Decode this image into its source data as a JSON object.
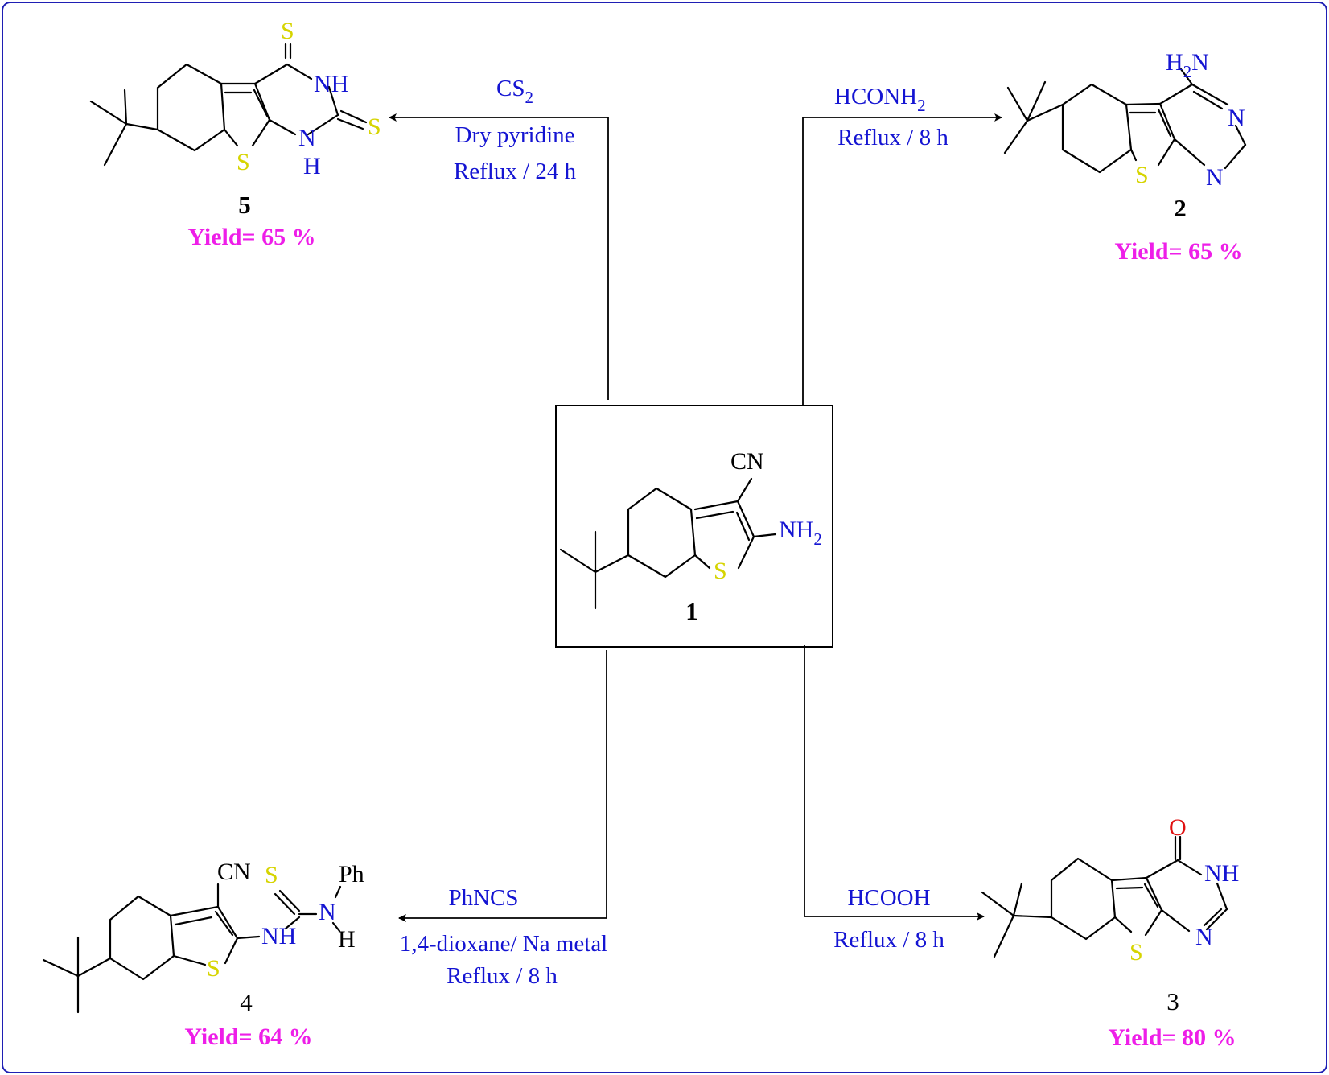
{
  "colors": {
    "frame": "#1f1fb4",
    "conditions": "#1414d2",
    "yield": "#ee1ee8",
    "sulfur": "#d6d400",
    "nitrogen": "#1414d2",
    "oxygen": "#e01010",
    "bond": "#000000"
  },
  "center": {
    "number": "1",
    "cn": "CN",
    "nh2": "NH",
    "nh2_sub": "2",
    "s": "S"
  },
  "top_left": {
    "reagent": "CS",
    "reagent_sub": "2",
    "condition1": "Dry pyridine",
    "condition2": "Reflux / 24 h",
    "number": "5",
    "yield": "Yield= 65 %",
    "atoms": {
      "s_top": "S",
      "nh": "NH",
      "s_right": "S",
      "n": "N",
      "h": "H",
      "s_ring": "S"
    }
  },
  "top_right": {
    "reagent": "HCONH",
    "reagent_sub": "2",
    "condition1": "Reflux / 8 h",
    "number": "2",
    "yield": "Yield= 65 %",
    "atoms": {
      "h2n_h": "H",
      "h2n_sub": "2",
      "h2n_n": "N",
      "n1": "N",
      "n2": "N",
      "s_ring": "S"
    }
  },
  "bottom_left": {
    "reagent": "PhNCS",
    "condition1": "1,4-dioxane/ Na metal",
    "condition2": "Reflux / 8 h",
    "number": "4",
    "yield": "Yield= 64 %",
    "atoms": {
      "cn": "CN",
      "s_thio": "S",
      "ph": "Ph",
      "n": "N",
      "h": "H",
      "nh": "NH",
      "s_ring": "S"
    }
  },
  "bottom_right": {
    "reagent": "HCOOH",
    "condition1": "Reflux / 8 h",
    "number": "3",
    "yield": "Yield= 80 %",
    "atoms": {
      "o": "O",
      "nh": "NH",
      "n": "N",
      "s_ring": "S"
    }
  }
}
